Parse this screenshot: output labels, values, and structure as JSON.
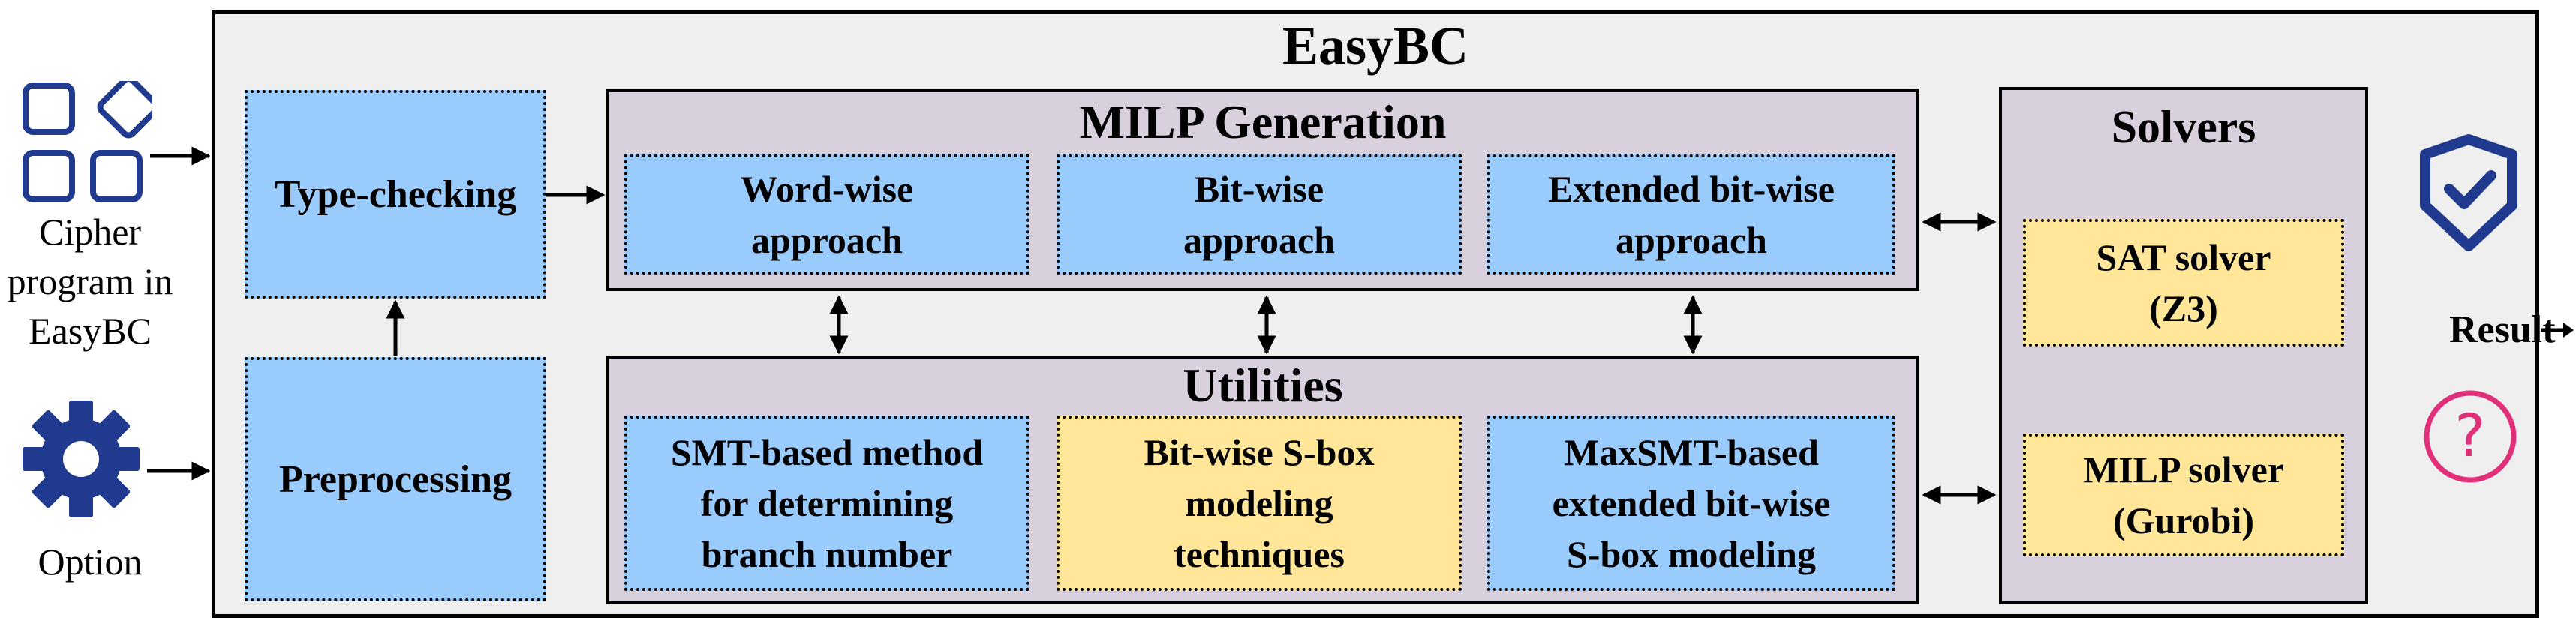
{
  "title": "EasyBC",
  "inputs": {
    "cipher_label": "Cipher\nprogram in\nEasyBC",
    "option_label": "Option"
  },
  "preprocess": {
    "type_checking": "Type-checking",
    "preprocessing": "Preprocessing"
  },
  "milp": {
    "title": "MILP Generation",
    "boxes": [
      "Word-wise\napproach",
      "Bit-wise\napproach",
      "Extended bit-wise\napproach"
    ]
  },
  "utilities": {
    "title": "Utilities",
    "boxes": [
      "SMT-based method\nfor determining\nbranch number",
      "Bit-wise S-box\nmodeling\ntechniques",
      "MaxSMT-based\nextended bit-wise\nS-box modeling"
    ]
  },
  "solvers": {
    "title": "Solvers",
    "boxes": [
      "SAT solver\n(Z3)",
      "MILP solver\n(Gurobi)"
    ]
  },
  "output": {
    "result_label": "Result"
  },
  "colors": {
    "blue": "#99cbfd",
    "yellow": "#ffe699",
    "panel": "#d9d0dd",
    "frame": "#efefef",
    "icon_navy": "#1f3a8f",
    "icon_pink": "#e0307a"
  },
  "icons": [
    "cipher-program-icon",
    "option-gear-icon",
    "result-shield-check-icon",
    "result-question-icon"
  ]
}
